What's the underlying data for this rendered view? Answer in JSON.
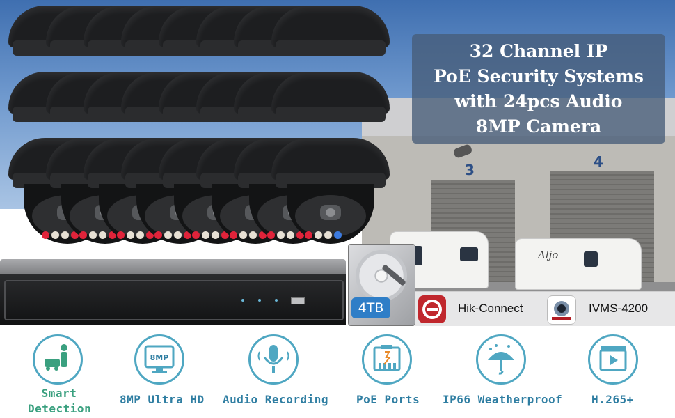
{
  "title": {
    "line1": "32 Channel IP",
    "line2": "PoE Security Systems",
    "line3": "with 24pcs Audio",
    "line4": "8MP Camera"
  },
  "scene": {
    "bay_numbers": [
      "3",
      "4"
    ],
    "rv_logo": "Aljo"
  },
  "storage": {
    "capacity": "4TB"
  },
  "apps": [
    {
      "label": "Hik-Connect",
      "icon": "hik-connect-icon"
    },
    {
      "label": "IVMS-4200",
      "icon": "ivms-camera-icon"
    }
  ],
  "features": [
    {
      "label_line1": "Smart",
      "label_line2": "Detection",
      "icon": "person-vehicle-icon"
    },
    {
      "label_line1": "8MP Ultra HD",
      "icon": "monitor-8mp-icon",
      "icon_text": "8MP"
    },
    {
      "label_line1": "Audio Recording",
      "icon": "microphone-icon"
    },
    {
      "label_line1": "PoE Ports",
      "icon": "ethernet-port-icon"
    },
    {
      "label_line1": "IP66 Weatherproof",
      "icon": "umbrella-rain-icon"
    },
    {
      "label_line1": "H.265+",
      "icon": "video-play-icon"
    }
  ],
  "colors": {
    "feature_accent": "#4fa7c2",
    "smart_detection_text": "#3aa07f",
    "feature_text": "#2f7ea2",
    "storage_tag": "#2f7ec7",
    "hik_connect_red": "#c0272d",
    "led_red": "#e0233a",
    "led_blue": "#3c7be0"
  }
}
